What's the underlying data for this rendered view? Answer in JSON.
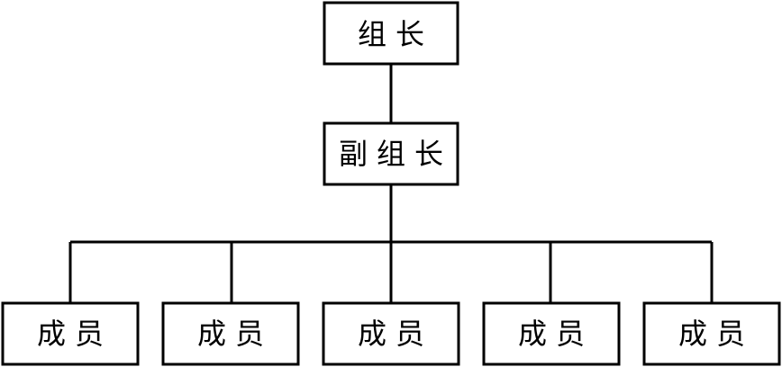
{
  "diagram": {
    "leader": {
      "label": "组长"
    },
    "deputy": {
      "label": "副组长"
    },
    "members": [
      {
        "label": "成员"
      },
      {
        "label": "成员"
      },
      {
        "label": "成员"
      },
      {
        "label": "成员"
      },
      {
        "label": "成员"
      }
    ]
  },
  "colors": {
    "stroke": "#000000",
    "fill": "#ffffff"
  }
}
